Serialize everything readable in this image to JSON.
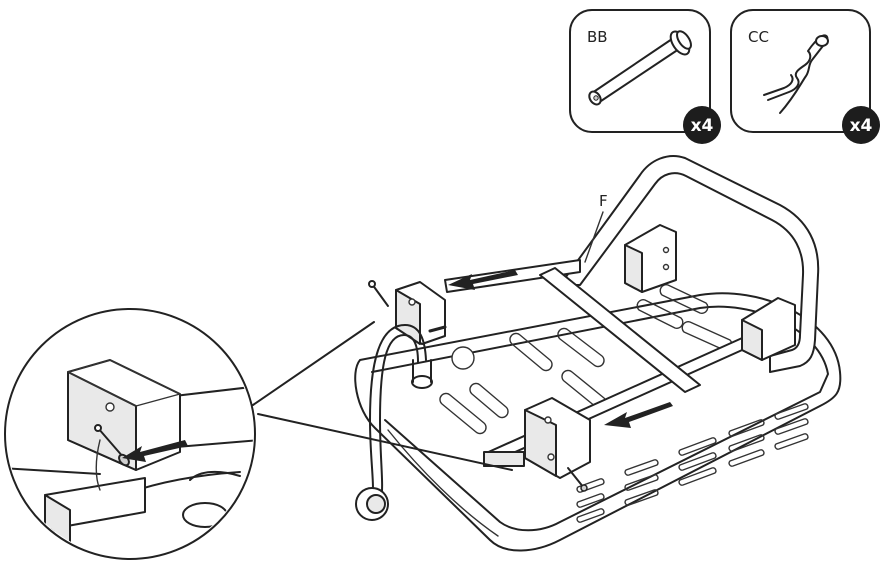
{
  "parts": [
    {
      "code": "BB",
      "quantity": "x4",
      "icon": "clevis-pin-icon"
    },
    {
      "code": "CC",
      "quantity": "x4",
      "icon": "hairpin-clip-icon"
    }
  ],
  "callouts": {
    "frame": "F"
  }
}
